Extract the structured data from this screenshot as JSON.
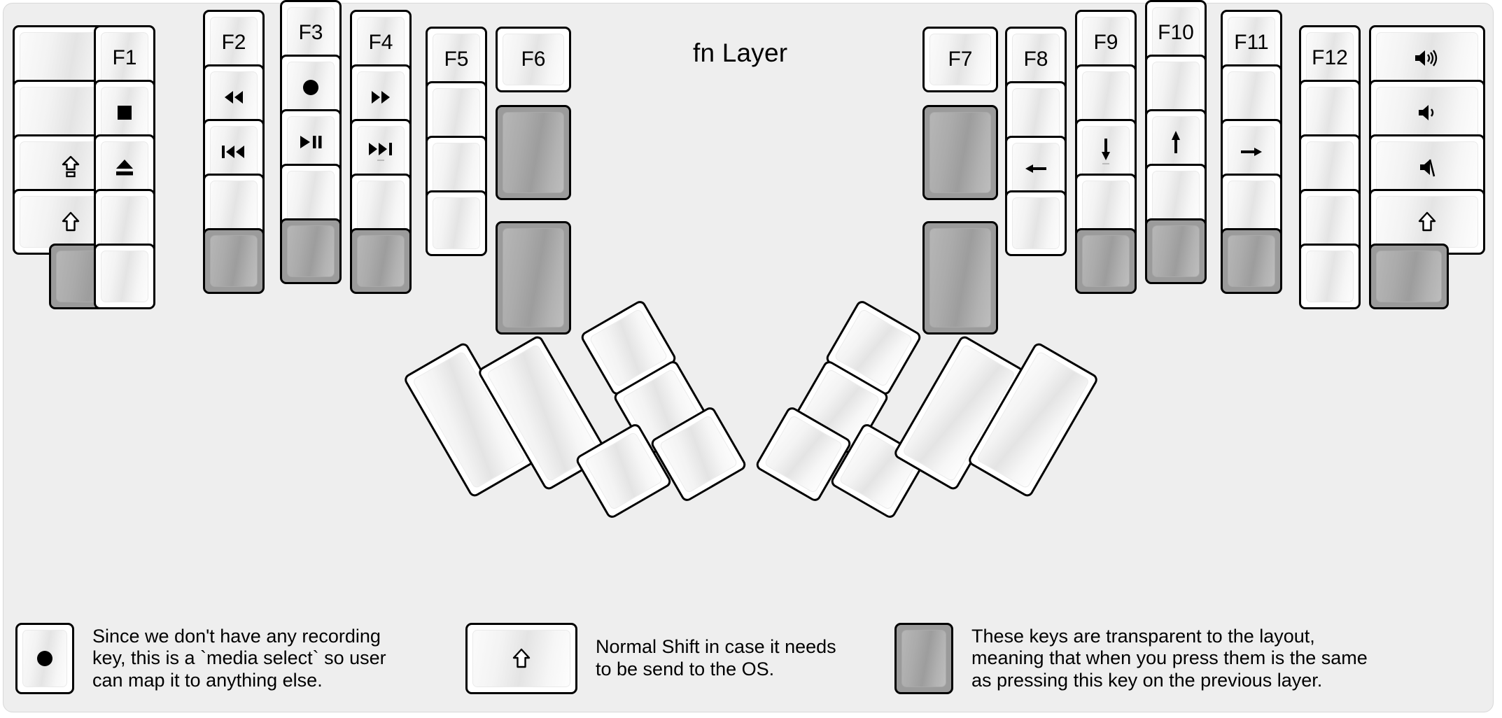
{
  "title": "fn Layer",
  "colors": {
    "background": "#eeeeee",
    "key_face": "#ffffff",
    "key_border": "#000000",
    "transparent_key": "#9b9b9b",
    "text": "#000000"
  },
  "left_half": {
    "columns": [
      {
        "name": "col-1-pinky-outer",
        "keys": [
          {
            "label": "",
            "icon": "",
            "style": "normal"
          },
          {
            "label": "",
            "icon": "",
            "style": "normal"
          },
          {
            "label": "",
            "icon": "caps-lock-icon",
            "style": "normal"
          },
          {
            "label": "",
            "icon": "shift-up-icon",
            "style": "normal"
          },
          {
            "label": "",
            "icon": "",
            "style": "transparent"
          }
        ]
      },
      {
        "name": "col-2-pinky",
        "keys": [
          {
            "label": "F1",
            "icon": "",
            "style": "normal"
          },
          {
            "label": "",
            "icon": "media-stop-icon",
            "style": "normal"
          },
          {
            "label": "",
            "icon": "media-eject-icon",
            "style": "normal"
          },
          {
            "label": "",
            "icon": "",
            "style": "normal"
          },
          {
            "label": "",
            "icon": "",
            "style": "normal"
          }
        ]
      },
      {
        "name": "col-3-ring",
        "keys": [
          {
            "label": "F2",
            "icon": "",
            "style": "normal"
          },
          {
            "label": "",
            "icon": "media-rewind-icon",
            "style": "normal"
          },
          {
            "label": "",
            "icon": "media-previous-track-icon",
            "style": "normal"
          },
          {
            "label": "",
            "icon": "",
            "style": "normal"
          },
          {
            "label": "",
            "icon": "",
            "style": "transparent"
          }
        ]
      },
      {
        "name": "col-4-middle",
        "keys": [
          {
            "label": "F3",
            "icon": "",
            "style": "normal"
          },
          {
            "label": "",
            "icon": "media-record-icon",
            "style": "normal"
          },
          {
            "label": "",
            "icon": "media-play-pause-icon",
            "style": "normal"
          },
          {
            "label": "",
            "icon": "",
            "style": "normal"
          },
          {
            "label": "",
            "icon": "",
            "style": "transparent"
          }
        ]
      },
      {
        "name": "col-5-index",
        "keys": [
          {
            "label": "F4",
            "icon": "",
            "style": "normal"
          },
          {
            "label": "",
            "icon": "media-fast-forward-icon",
            "style": "normal"
          },
          {
            "label": "",
            "icon": "media-next-track-icon",
            "style": "normal"
          },
          {
            "label": "",
            "icon": "",
            "style": "normal"
          },
          {
            "label": "",
            "icon": "",
            "style": "transparent"
          }
        ]
      },
      {
        "name": "col-6-index-inner",
        "keys": [
          {
            "label": "F5",
            "icon": "",
            "style": "normal"
          },
          {
            "label": "",
            "icon": "",
            "style": "normal"
          },
          {
            "label": "",
            "icon": "",
            "style": "normal"
          },
          {
            "label": "",
            "icon": "",
            "style": "normal"
          }
        ]
      },
      {
        "name": "col-7-inner",
        "keys": [
          {
            "label": "F6",
            "icon": "",
            "style": "normal"
          },
          {
            "label": "",
            "icon": "",
            "style": "transparent"
          },
          {
            "label": "",
            "icon": "",
            "style": "transparent"
          }
        ]
      }
    ],
    "thumb_cluster": [
      {
        "name": "thumb-big-1",
        "label": "",
        "style": "normal"
      },
      {
        "name": "thumb-big-2",
        "label": "",
        "style": "normal"
      },
      {
        "name": "thumb-small-top",
        "label": "",
        "style": "normal"
      },
      {
        "name": "thumb-small-mid",
        "label": "",
        "style": "normal"
      },
      {
        "name": "thumb-small-bottom",
        "label": "",
        "style": "normal"
      }
    ]
  },
  "right_half": {
    "columns": [
      {
        "name": "col-1-inner",
        "keys": [
          {
            "label": "F7",
            "icon": "",
            "style": "normal"
          },
          {
            "label": "",
            "icon": "",
            "style": "transparent"
          },
          {
            "label": "",
            "icon": "",
            "style": "transparent"
          }
        ]
      },
      {
        "name": "col-2-index-inner",
        "keys": [
          {
            "label": "F8",
            "icon": "",
            "style": "normal"
          },
          {
            "label": "",
            "icon": "",
            "style": "normal"
          },
          {
            "label": "",
            "icon": "arrow-left-icon",
            "style": "normal"
          },
          {
            "label": "",
            "icon": "",
            "style": "normal"
          }
        ]
      },
      {
        "name": "col-3-index",
        "keys": [
          {
            "label": "F9",
            "icon": "",
            "style": "normal"
          },
          {
            "label": "",
            "icon": "",
            "style": "normal"
          },
          {
            "label": "",
            "icon": "arrow-down-icon",
            "style": "normal"
          },
          {
            "label": "",
            "icon": "",
            "style": "normal"
          },
          {
            "label": "",
            "icon": "",
            "style": "transparent"
          }
        ]
      },
      {
        "name": "col-4-middle",
        "keys": [
          {
            "label": "F10",
            "icon": "",
            "style": "normal"
          },
          {
            "label": "",
            "icon": "",
            "style": "normal"
          },
          {
            "label": "",
            "icon": "arrow-up-icon",
            "style": "normal"
          },
          {
            "label": "",
            "icon": "",
            "style": "normal"
          },
          {
            "label": "",
            "icon": "",
            "style": "transparent"
          }
        ]
      },
      {
        "name": "col-5-ring",
        "keys": [
          {
            "label": "F11",
            "icon": "",
            "style": "normal"
          },
          {
            "label": "",
            "icon": "",
            "style": "normal"
          },
          {
            "label": "",
            "icon": "arrow-right-icon",
            "style": "normal"
          },
          {
            "label": "",
            "icon": "",
            "style": "normal"
          },
          {
            "label": "",
            "icon": "",
            "style": "transparent"
          }
        ]
      },
      {
        "name": "col-6-pinky",
        "keys": [
          {
            "label": "F12",
            "icon": "",
            "style": "normal"
          },
          {
            "label": "",
            "icon": "",
            "style": "normal"
          },
          {
            "label": "",
            "icon": "",
            "style": "normal"
          },
          {
            "label": "",
            "icon": "",
            "style": "normal"
          },
          {
            "label": "",
            "icon": "",
            "style": "normal"
          }
        ]
      },
      {
        "name": "col-7-pinky-outer",
        "keys": [
          {
            "label": "",
            "icon": "volume-up-icon",
            "style": "normal"
          },
          {
            "label": "",
            "icon": "volume-down-icon",
            "style": "normal"
          },
          {
            "label": "",
            "icon": "volume-mute-icon",
            "style": "normal"
          },
          {
            "label": "",
            "icon": "shift-up-icon",
            "style": "normal"
          },
          {
            "label": "",
            "icon": "",
            "style": "transparent"
          }
        ]
      }
    ],
    "thumb_cluster": [
      {
        "name": "thumb-small-top",
        "label": "",
        "style": "normal"
      },
      {
        "name": "thumb-small-mid",
        "label": "",
        "style": "normal"
      },
      {
        "name": "thumb-small-bottom",
        "label": "",
        "style": "normal"
      },
      {
        "name": "thumb-big-1",
        "label": "",
        "style": "normal"
      },
      {
        "name": "thumb-big-2",
        "label": "",
        "style": "normal"
      }
    ]
  },
  "legends": [
    {
      "key_icon": "media-record-icon",
      "key_style": "normal",
      "text": "Since we don't have any recording\nkey, this is a `media select` so user\ncan map it to anything else."
    },
    {
      "key_icon": "shift-up-icon",
      "key_style": "normal",
      "text": "Normal Shift in case it needs\nto be send to the OS."
    },
    {
      "key_icon": "",
      "key_style": "transparent",
      "text": "These keys are transparent to the layout,\nmeaning that when you press them is the same\nas pressing this key on the previous layer."
    }
  ]
}
